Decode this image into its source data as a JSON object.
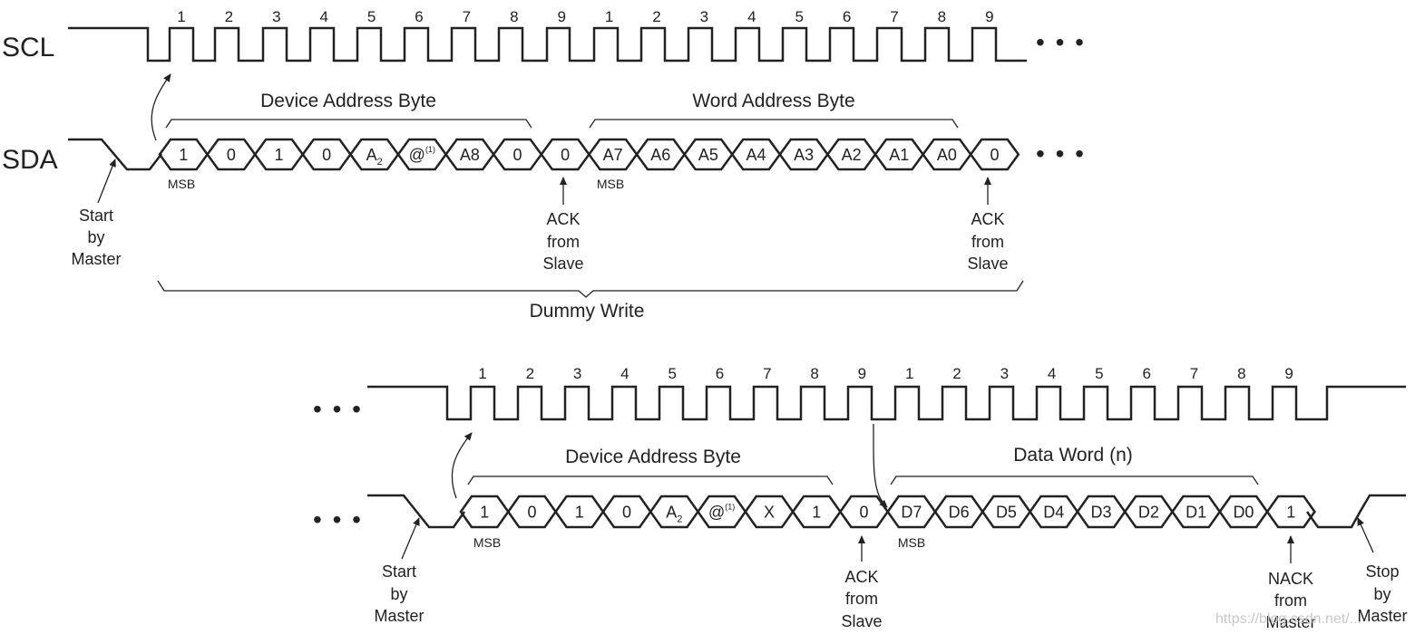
{
  "top": {
    "scl_label": "SCL",
    "sda_label": "SDA",
    "clock_numbers": [
      "1",
      "2",
      "3",
      "4",
      "5",
      "6",
      "7",
      "8",
      "9",
      "1",
      "2",
      "3",
      "4",
      "5",
      "6",
      "7",
      "8",
      "9"
    ],
    "bits": [
      {
        "main": "1"
      },
      {
        "main": "0"
      },
      {
        "main": "1"
      },
      {
        "main": "0"
      },
      {
        "main": "A",
        "sub": "2"
      },
      {
        "main": "@",
        "sup": "(1)"
      },
      {
        "main": "A8"
      },
      {
        "main": "0"
      },
      {
        "main": "0"
      },
      {
        "main": "A7"
      },
      {
        "main": "A6"
      },
      {
        "main": "A5"
      },
      {
        "main": "A4"
      },
      {
        "main": "A3"
      },
      {
        "main": "A2"
      },
      {
        "main": "A1"
      },
      {
        "main": "A0"
      },
      {
        "main": "0"
      }
    ],
    "msb_label": "MSB",
    "group1": "Device Address Byte",
    "group2": "Word Address Byte",
    "dummy": "Dummy Write",
    "start_label": [
      "Start",
      "by",
      "Master"
    ],
    "ack_label": [
      "ACK",
      "from",
      "Slave"
    ],
    "ellipsis": "• • •"
  },
  "bottom": {
    "clock_numbers": [
      "1",
      "2",
      "3",
      "4",
      "5",
      "6",
      "7",
      "8",
      "9",
      "1",
      "2",
      "3",
      "4",
      "5",
      "6",
      "7",
      "8",
      "9"
    ],
    "bits": [
      {
        "main": "1"
      },
      {
        "main": "0"
      },
      {
        "main": "1"
      },
      {
        "main": "0"
      },
      {
        "main": "A",
        "sub": "2"
      },
      {
        "main": "@",
        "sup": "(1)"
      },
      {
        "main": "X"
      },
      {
        "main": "1"
      },
      {
        "main": "0"
      },
      {
        "main": "D7"
      },
      {
        "main": "D6"
      },
      {
        "main": "D5"
      },
      {
        "main": "D4"
      },
      {
        "main": "D3"
      },
      {
        "main": "D2"
      },
      {
        "main": "D1"
      },
      {
        "main": "D0"
      },
      {
        "main": "1"
      }
    ],
    "msb_label": "MSB",
    "group1": "Device Address Byte",
    "group2": "Data Word (n)",
    "start_label": [
      "Start",
      "by",
      "Master"
    ],
    "ack_label": [
      "ACK",
      "from",
      "Slave"
    ],
    "nack_label": [
      "NACK",
      "from",
      "Master"
    ],
    "stop_label": [
      "Stop",
      "by",
      "Master"
    ],
    "ellipsis": "• • •"
  },
  "watermark": "https://blog.csdn.net/..."
}
